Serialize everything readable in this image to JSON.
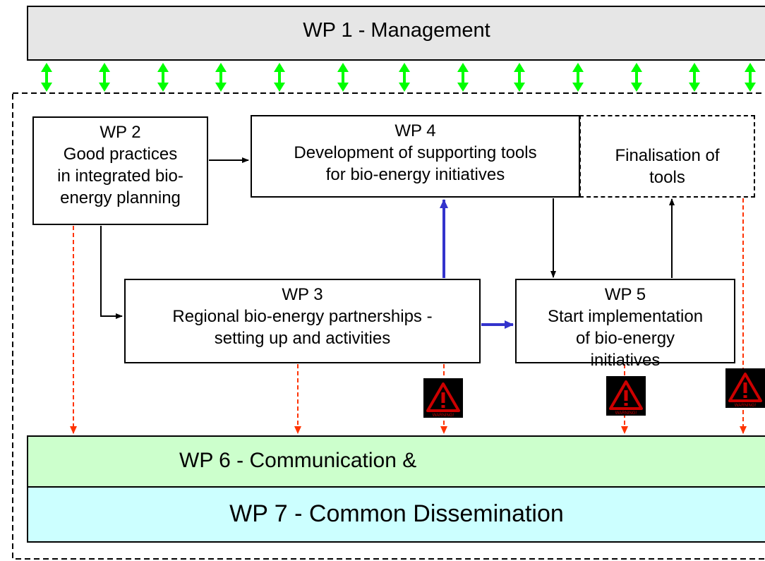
{
  "wp1": {
    "label": "WP 1 - Management"
  },
  "wp2": {
    "lines": [
      "WP 2",
      "Good practices",
      "in integrated bio-",
      "energy planning"
    ]
  },
  "wp4": {
    "lines": [
      "WP 4",
      "Development of supporting tools",
      "for bio-energy initiatives"
    ]
  },
  "finalisation": {
    "lines": [
      "Finalisation of",
      "tools"
    ]
  },
  "wp3": {
    "lines": [
      "WP 3",
      "Regional bio-energy partnerships -",
      "setting up and activities"
    ]
  },
  "wp5": {
    "lines": [
      "WP 5",
      "Start implementation",
      "of bio-energy",
      "initiatives"
    ]
  },
  "wp6": {
    "label": "WP 6 - Communication &",
    "label_cut": "Dissemination"
  },
  "wp7": {
    "label": "WP 7 - Common Dissemination"
  },
  "warning": {
    "text": "WARNING!"
  },
  "colors": {
    "management_fill": "#e6e6e6",
    "wp6_fill": "#ccffcc",
    "wp7_fill": "#ccffff",
    "green_arrow": "#00ff00",
    "blue_arrow": "#3333cc",
    "orange_arrow": "#ff3300",
    "warning_red": "#cc0000"
  }
}
